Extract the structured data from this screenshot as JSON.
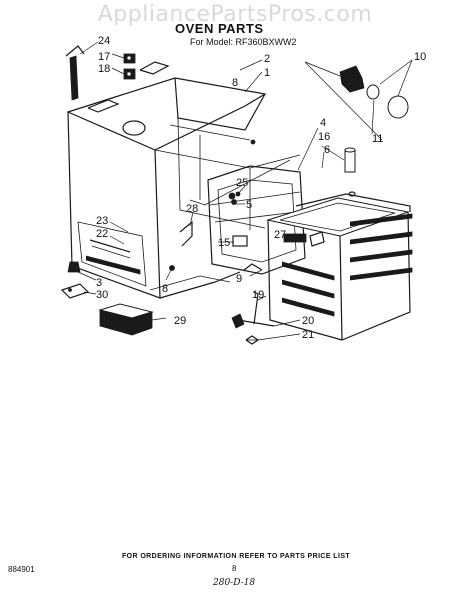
{
  "watermark": "AppliancePartsPros.com",
  "header": {
    "title": "OVEN PARTS",
    "model_line": "For Model: RF360BXWW2"
  },
  "callouts": {
    "c1": "1",
    "c2": "2",
    "c3": "3",
    "c4": "4",
    "c5": "5",
    "c6": "6",
    "c8a": "8",
    "c8b": "8",
    "c9": "9",
    "c10": "10",
    "c11": "11",
    "c15": "15",
    "c16": "16",
    "c17": "17",
    "c18": "18",
    "c19": "19",
    "c20": "20",
    "c21": "21",
    "c22": "22",
    "c23": "23",
    "c24": "24",
    "c25": "25",
    "c27": "27",
    "c28": "28",
    "c29": "29",
    "c30": "30"
  },
  "footer": {
    "note": "FOR ORDERING INFORMATION REFER TO PARTS PRICE LIST",
    "code": "884901",
    "page_number": "8",
    "handwritten": "280-D-18"
  }
}
